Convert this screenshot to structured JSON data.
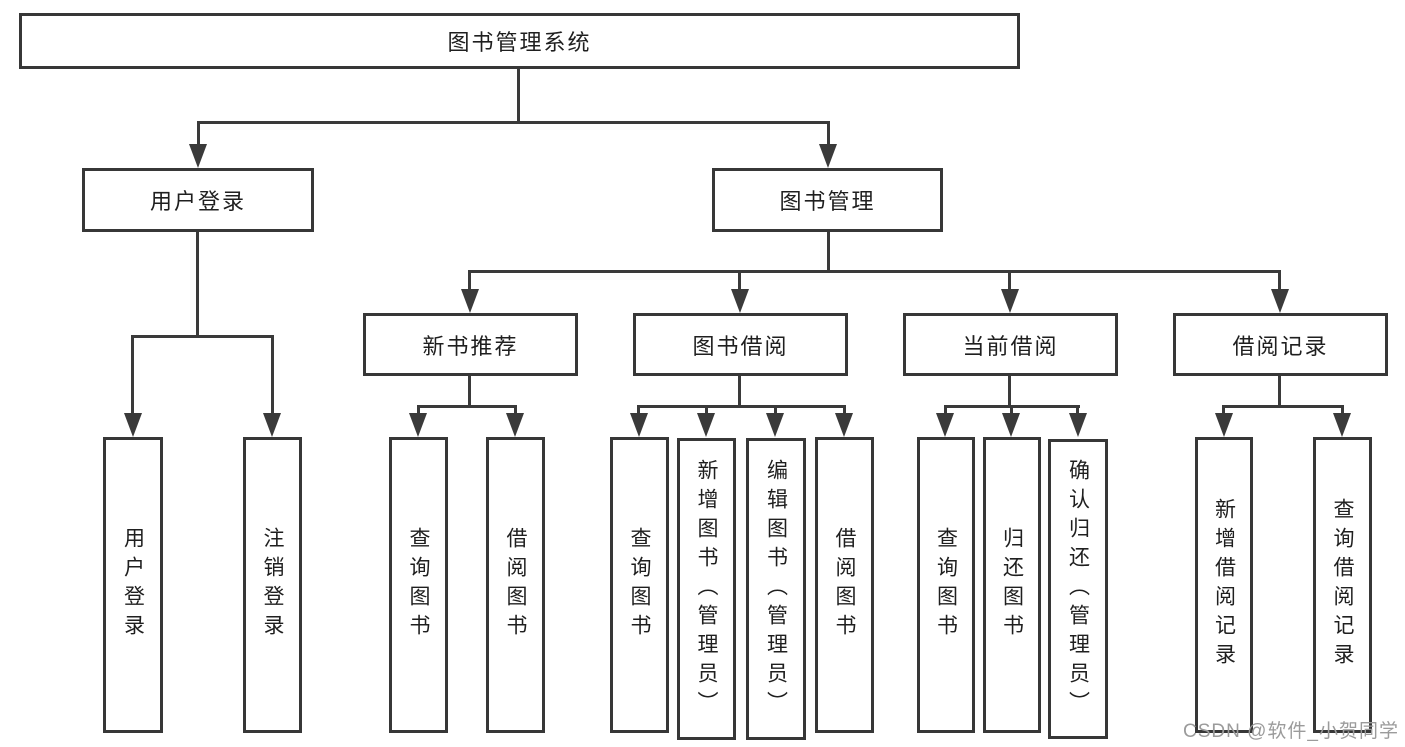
{
  "diagram_title": "图书管理系统",
  "tree": {
    "label": "图书管理系统",
    "children": [
      {
        "label": "用户登录",
        "children": [
          {
            "label": "用户登录"
          },
          {
            "label": "注销登录"
          }
        ]
      },
      {
        "label": "图书管理",
        "children": [
          {
            "label": "新书推荐",
            "children": [
              {
                "label": "查询图书"
              },
              {
                "label": "借阅图书"
              }
            ]
          },
          {
            "label": "图书借阅",
            "children": [
              {
                "label": "查询图书"
              },
              {
                "label": "新增图书（管理员）"
              },
              {
                "label": "编辑图书（管理员）"
              },
              {
                "label": "借阅图书"
              }
            ]
          },
          {
            "label": "当前借阅",
            "children": [
              {
                "label": "查询图书"
              },
              {
                "label": "归还图书"
              },
              {
                "label": "确认归还（管理员）"
              }
            ]
          },
          {
            "label": "借阅记录",
            "children": [
              {
                "label": "新增借阅记录"
              },
              {
                "label": "查询借阅记录"
              }
            ]
          }
        ]
      }
    ]
  },
  "watermark": {
    "text": "CSDN @软件_小贺同学"
  },
  "colors": {
    "line": "#3a3a3a",
    "border": "#373737",
    "text": "#1f1f1f",
    "watermark": "#9b9b9b",
    "background": "#ffffff"
  }
}
